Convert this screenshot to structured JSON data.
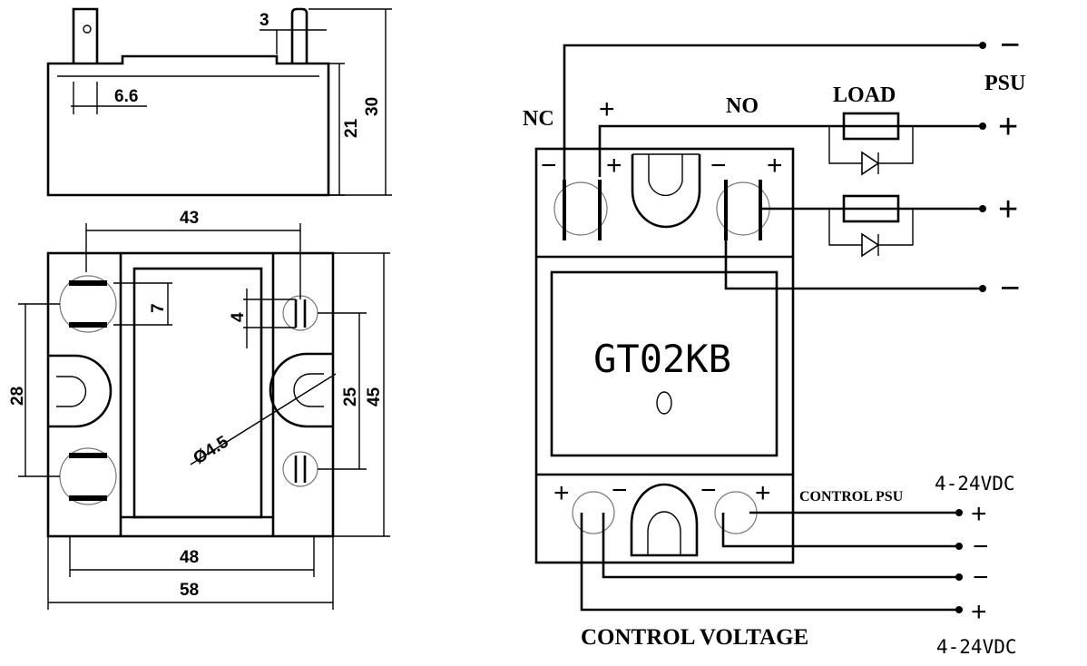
{
  "dimensions": {
    "pin_width": "3",
    "pin_offset": "6.6",
    "body_height": "21",
    "total_height": "30",
    "top_width": "43",
    "terminal_offset": "7",
    "small_terminal": "4",
    "mount_spacing_left": "28",
    "mount_spacing_right": "25",
    "body_depth": "45",
    "hole_diameter": "Ø4.5",
    "mount_width": "48",
    "total_width": "58"
  },
  "wiring": {
    "nc_label": "NC",
    "no_label": "NO",
    "load_label": "LOAD",
    "psu_label": "PSU",
    "model": "GT02KB",
    "control_psu_label": "CONTROL PSU",
    "control_voltage_label": "CONTROL VOLTAGE",
    "voltage_range_top": "4-24VDC",
    "voltage_range_bottom": "4-24VDC",
    "plus": "+",
    "minus": "−"
  }
}
